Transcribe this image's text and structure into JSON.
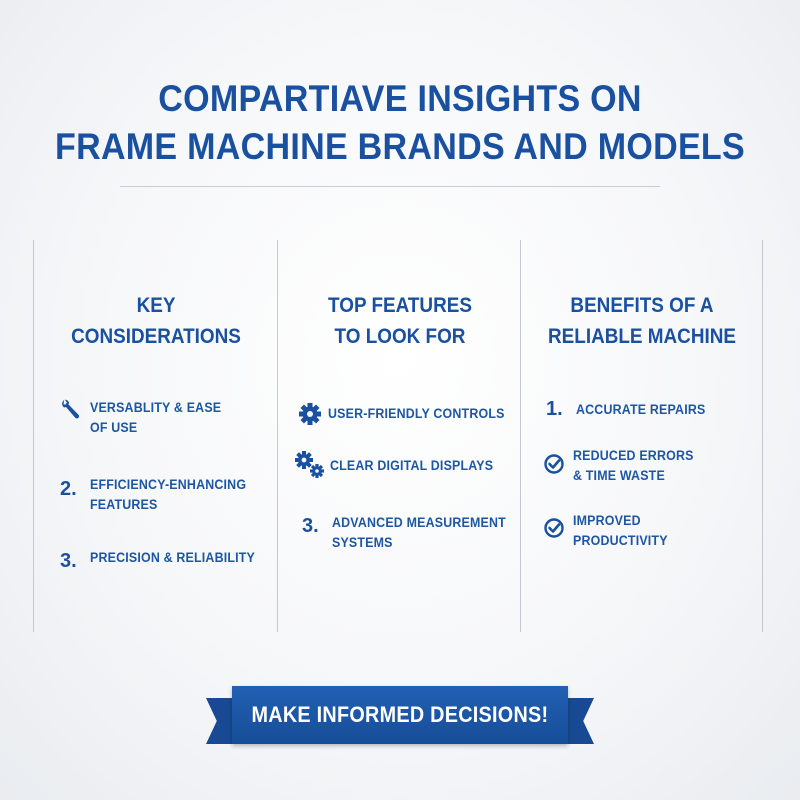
{
  "title": {
    "line1": "COMPARTIAVE INSIGHTS ON",
    "line2": "FRAME MACHINE BRANDS AND MODELS"
  },
  "columns": [
    {
      "title_line1": "KEY",
      "title_line2": "CONSIDERATIONS",
      "items": [
        {
          "marker": "",
          "icon": "wrench-icon",
          "line1": "VERSABLITY & EASE",
          "line2": "OF USE"
        },
        {
          "marker": "2.",
          "line1": "EFFICIENCY-ENHANCING",
          "line2": "FEATURES"
        },
        {
          "marker": "3.",
          "line1": "PRECISION & RELIABILITY",
          "line2": ""
        }
      ]
    },
    {
      "title_line1": "TOP FEATURES",
      "title_line2": "TO LOOK FOR",
      "items": [
        {
          "marker": "",
          "icon": "gear-icon",
          "line1": "USER-FRIENDLY CONTROLS",
          "line2": ""
        },
        {
          "marker": "",
          "icon": "gears-icon",
          "line1": "CLEAR DIGITAL DISPLAYS",
          "line2": ""
        },
        {
          "marker": "3.",
          "line1": "ADVANCED MEASUREMENT",
          "line2": "SYSTEMS"
        }
      ]
    },
    {
      "title_line1": "BENEFITS OF A",
      "title_line2": "RELIABLE MACHINE",
      "items": [
        {
          "marker": "1.",
          "line1": "ACCURATE REPAIRS",
          "line2": ""
        },
        {
          "marker": "",
          "icon": "check-circle-icon",
          "line1": "REDUCED ERRORS",
          "line2": "& TIME WASTE"
        },
        {
          "marker": "",
          "icon": "check-circle-icon",
          "line1": "IMPROVED",
          "line2": "PRODUCTIVITY"
        }
      ]
    }
  ],
  "banner": {
    "label": "MAKE INFORMED DECISIONS!"
  },
  "colors": {
    "primary": "#1a50a0",
    "banner": "#1d58a8",
    "background": "#f4f5f7",
    "rule": "#c4c9d1"
  }
}
